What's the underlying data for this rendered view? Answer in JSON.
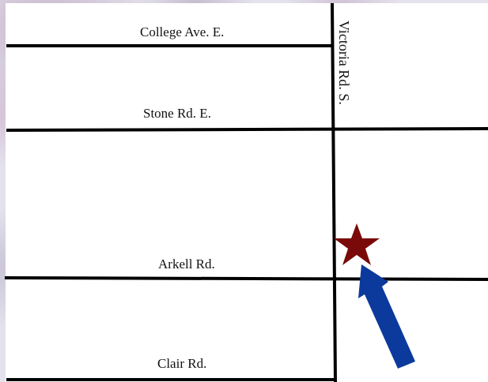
{
  "roads": {
    "college": "College Ave. E.",
    "stone": "Stone Rd. E.",
    "arkell": "Arkell Rd.",
    "clair": "Clair Rd.",
    "victoria": "Victoria Rd. S."
  },
  "colors": {
    "road": "#000000",
    "star": "#7a0a0a",
    "arrow": "#0b3a9c"
  },
  "icons": {
    "location_marker": "star-icon",
    "pointer": "arrow-icon"
  }
}
